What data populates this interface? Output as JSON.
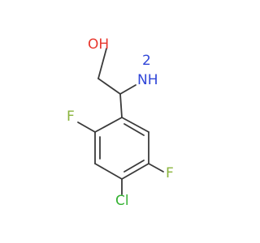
{
  "molecule": {
    "atoms": {
      "oh": "OH",
      "nh2": "NH",
      "nh2_sub": "2",
      "f_upper": "F",
      "f_lower": "F",
      "cl": "Cl"
    },
    "colors": {
      "bond": "#3a3a3a",
      "oxygen": "#e8382e",
      "nitrogen": "#3046d8",
      "fluorine": "#8ab43c",
      "chlorine": "#35b233"
    }
  }
}
